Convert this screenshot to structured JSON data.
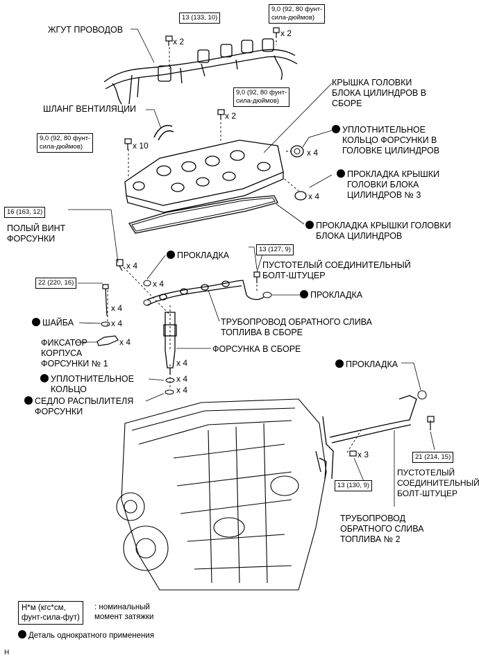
{
  "labels": {
    "wire_harness": "ЖГУТ ПРОВОДОВ",
    "vent_hose": "ШЛАНГ ВЕНТИЛЯЦИИ",
    "head_cover_1": "КРЫШКА ГОЛОВКИ",
    "head_cover_2": "БЛОКА ЦИЛИНДРОВ В",
    "head_cover_3": "СБОРЕ",
    "seal_ring_1": "УПЛОТНИТЕЛЬНОЕ",
    "seal_ring_2": "КОЛЬЦО ФОРСУНКИ В",
    "seal_ring_3": "ГОЛОВКЕ ЦИЛИНДРОВ",
    "gasket3_1": "ПРОКЛАДКА КРЫШКИ",
    "gasket3_2": "ГОЛОВКИ БЛОКА",
    "gasket3_3": "ЦИЛИНДРОВ № 3",
    "cover_gasket_1": "ПРОКЛАДКА КРЫШКИ ГОЛОВКИ",
    "cover_gasket_2": "БЛОКА ЦИЛИНДРОВ",
    "hollow_screw_1": "ПОЛЫЙ ВИНТ",
    "hollow_screw_2": "ФОРСУНКИ",
    "gasket_a": "ПРОКЛАДКА",
    "union_bolt_1": "ПУСТОТЕЛЫЙ СОЕДИНИТЕЛЬНЫЙ",
    "union_bolt_2": "БОЛТ-ШТУЦЕР",
    "gasket_b": "ПРОКЛАДКА",
    "washer": "ШАЙБА",
    "return_pipe_1": "ТРУБОПРОВОД ОБРАТНОГО СЛИВА",
    "return_pipe_2": "ТОПЛИВА В СБОРЕ",
    "clamp_1": "ФИКСАТОР",
    "clamp_2": "КОРПУСА",
    "clamp_3": "ФОРСУНКИ № 1",
    "injector": "ФОРСУНКА В СБОРЕ",
    "o_ring_1": "УПЛОТНИТЕЛЬНОЕ",
    "o_ring_2": "КОЛЬЦО",
    "nozzle_seat_1": "СЕДЛО РАСПЫЛИТЕЛЯ",
    "nozzle_seat_2": "ФОРСУНКИ",
    "gasket_c": "ПРОКЛАДКА",
    "union_bolt2_1": "ПУСТОТЕЛЫЙ",
    "union_bolt2_2": "СОЕДИНИТЕЛЬНЫЙ",
    "union_bolt2_3": "БОЛТ-ШТУЦЕР",
    "return_pipe2_1": "ТРУБОПРОВОД",
    "return_pipe2_2": "ОБРАТНОГО СЛИВА",
    "return_pipe2_3": "ТОПЛИВА № 2"
  },
  "torques": {
    "t1": "13 (133, 10)",
    "t2_1": "9,0 (92, 80 фунт-",
    "t2_2": "сила-дюймов)",
    "t3_1": "9,0 (92, 80 фунт-",
    "t3_2": "сила-дюймов)",
    "t4_1": "9,0 (92, 80 фунт-",
    "t4_2": "сила-дюймов)",
    "t5": "16 (163, 12)",
    "t6": "13 (127, 9)",
    "t7": "22 (220, 16)",
    "t8": "21 (214, 15)",
    "t9": "13 (130, 9)"
  },
  "quantities": {
    "q_harness_l": "x 2",
    "q_harness_r": "x 2",
    "q_cover_top": "x 2",
    "q_cover_left": "x 10",
    "q_seal": "x 4",
    "q_gasket3": "x 4",
    "q_screw": "x 4",
    "q_gasket_a": "x 4",
    "q_bolt_long": "x 4",
    "q_washer": "x 4",
    "q_clamp": "x 4",
    "q_injector": "x 4",
    "q_oring": "x 4",
    "q_seat": "x 4",
    "q_bolt_pipe2": "x 3"
  },
  "legend": {
    "unit_1": "Н*м (кгс*см,",
    "unit_2": "фунт-сила-фут)",
    "unit_desc_1": ": номинальный",
    "unit_desc_2": "момент затяжки",
    "single_use": "Деталь однократного применения"
  },
  "corner_mark": "H",
  "colors": {
    "line": "#000000",
    "background": "#ffffff"
  }
}
